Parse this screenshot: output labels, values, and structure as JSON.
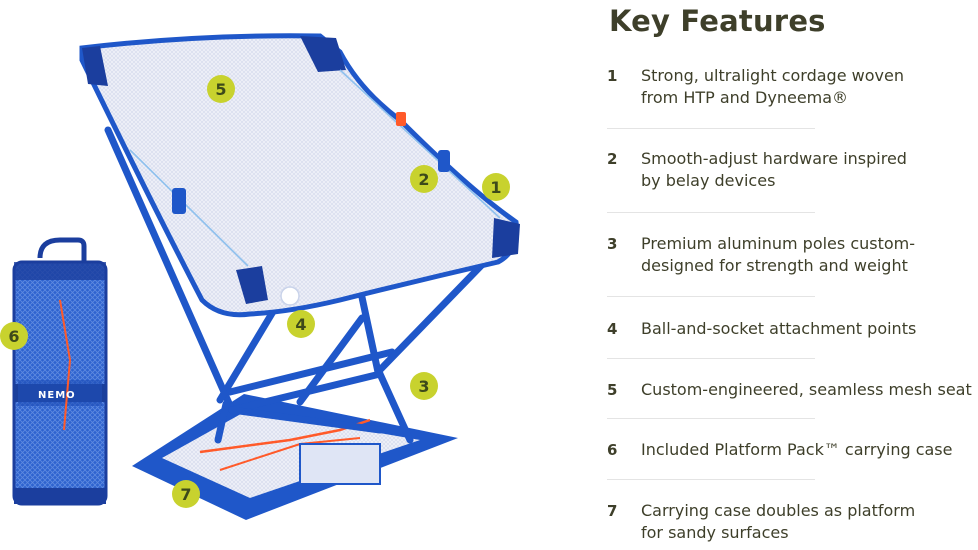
{
  "heading": "Key Features",
  "pack_logo": "NEMO",
  "callouts": [
    "1",
    "2",
    "3",
    "4",
    "5",
    "6",
    "7"
  ],
  "features": [
    {
      "num": "1",
      "text": "Strong, ultralight cordage woven\nfrom HTP and Dyneema®"
    },
    {
      "num": "2",
      "text": "Smooth-adjust hardware inspired\nby belay devices"
    },
    {
      "num": "3",
      "text": "Premium aluminum poles custom-\ndesigned for strength and weight"
    },
    {
      "num": "4",
      "text": "Ball-and-socket attachment points"
    },
    {
      "num": "5",
      "text": "Custom-engineered, seamless mesh seat"
    },
    {
      "num": "6",
      "text": "Included Platform Pack™ carrying case"
    },
    {
      "num": "7",
      "text": "Carrying case doubles as platform\nfor sandy surfaces"
    }
  ],
  "colors": {
    "heading": "#3e3f2a",
    "badge": "#c8d22e",
    "frame_blue": "#1f57c9",
    "trim_blue": "#1b3e9e",
    "mesh": "#e8ebf6",
    "accent_orange": "#ff5a2a"
  }
}
